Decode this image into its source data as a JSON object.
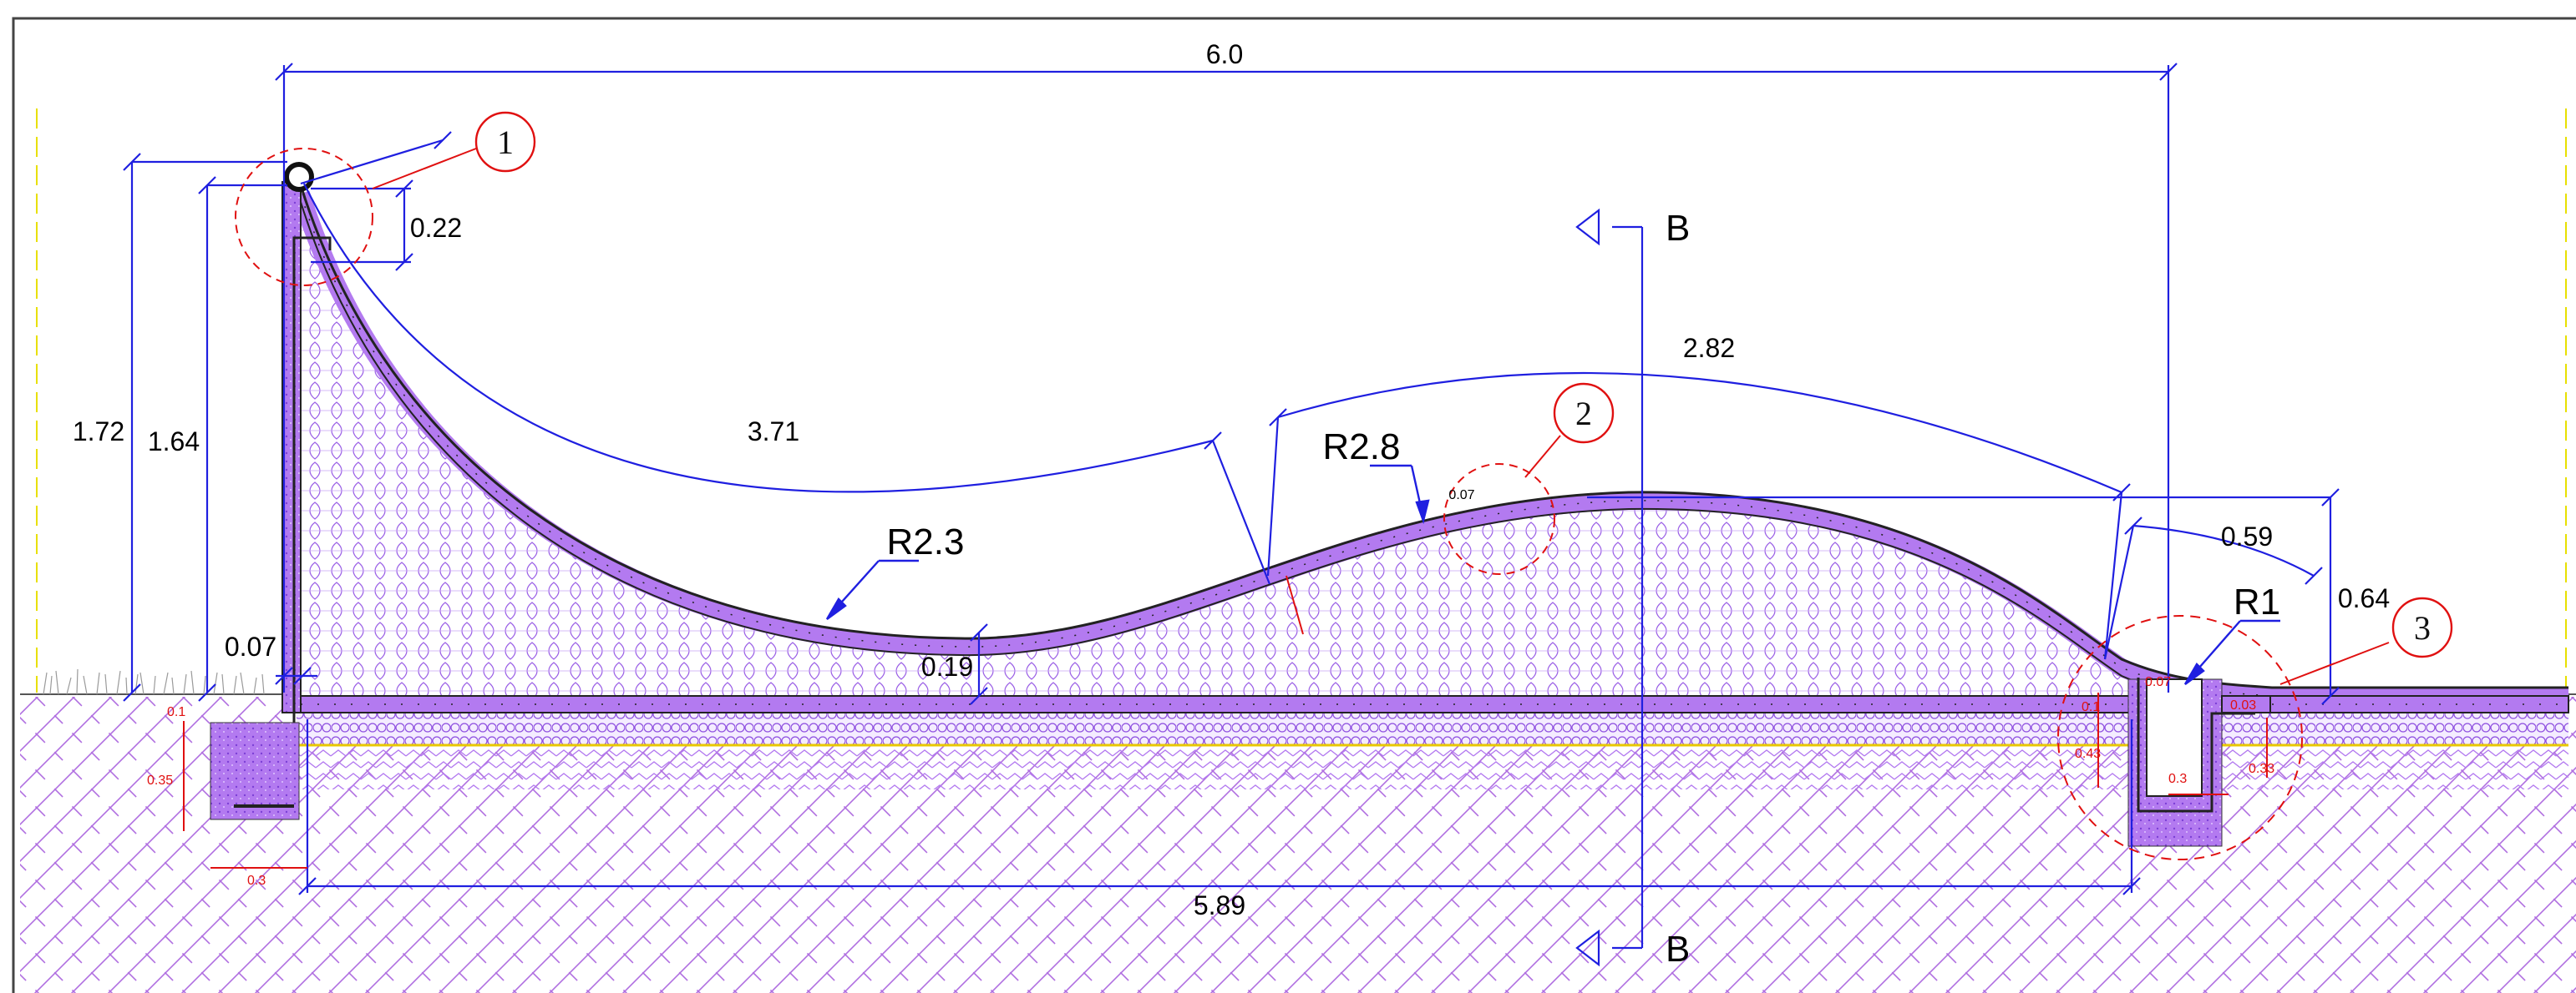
{
  "colors": {
    "dimension": "#1f1fe0",
    "callout": "#e01010",
    "fill_concrete": "#b37af0",
    "fill_pattern": "#8e4fe0",
    "soil_hatch": "#b06fe0",
    "outline": "#1a1a1a",
    "page_border": "#444444",
    "guide_yellow": "#e8e000"
  },
  "dimensions": {
    "overall_width": "6.0",
    "base_length": "5.89",
    "total_height": "1.72",
    "wall_height": "1.64",
    "top_offset": "0.22",
    "wall_thickness": "0.07",
    "slab_thickness": "0.19",
    "arc_length_ramp": "3.71",
    "arc_length_hump": "2.82",
    "radius_ramp": "R2.3",
    "radius_hump": "R2.8",
    "radius_exit": "R1",
    "hump_shell": "0.07",
    "exit_length": "0.59",
    "exit_height": "0.64"
  },
  "footing_dims": {
    "left_top": "0.1",
    "left_depth": "0.35",
    "left_width": "0.3",
    "right_a": "0.1",
    "right_depth": "0.43",
    "right_width": "0.3",
    "right_depth_b": "0.33",
    "right_top_a": "0.07",
    "right_top_b": "0.03"
  },
  "section": {
    "label_top": "B",
    "label_bottom": "B"
  },
  "callouts": [
    {
      "number": "1"
    },
    {
      "number": "2"
    },
    {
      "number": "3"
    }
  ]
}
